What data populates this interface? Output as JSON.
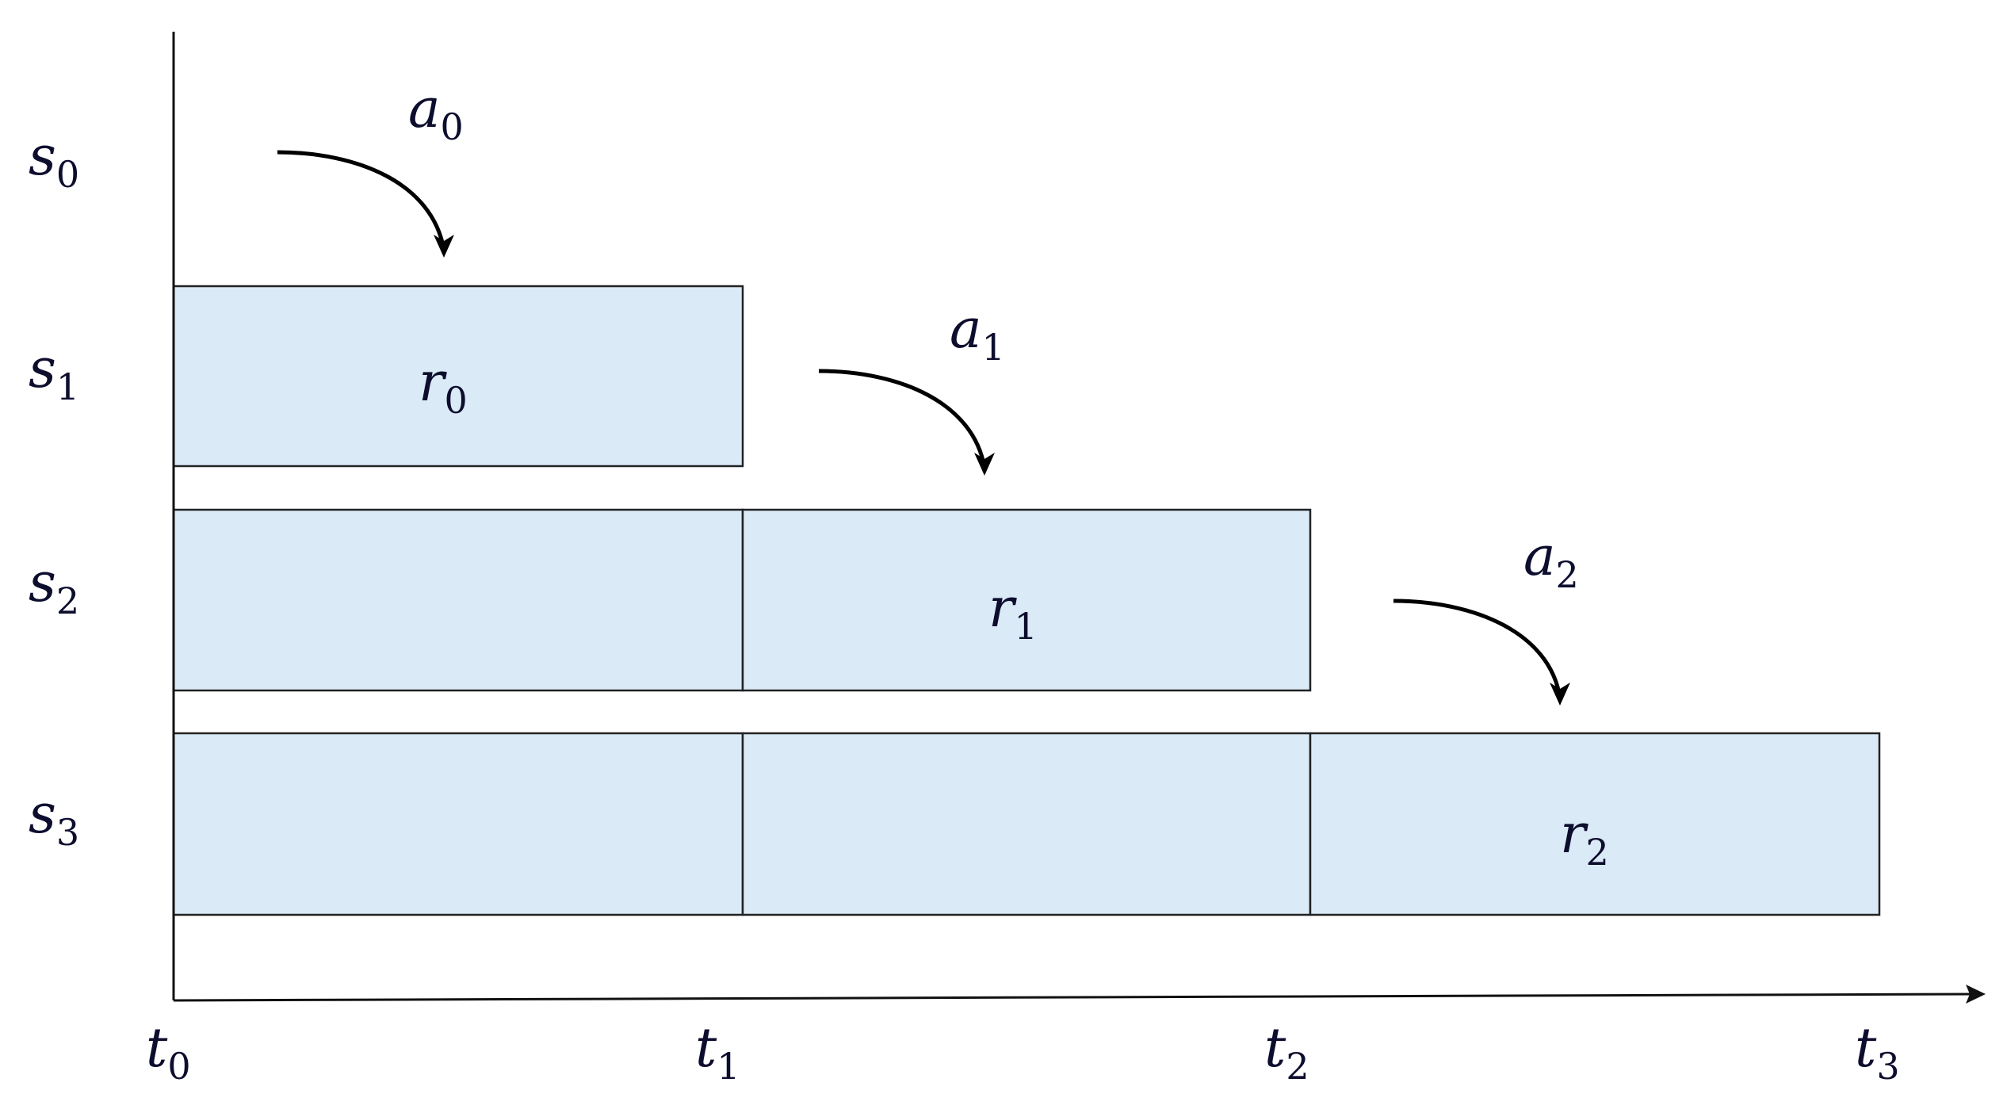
{
  "colors": {
    "cell_fill": "#daeaf7",
    "cell_stroke": "#222222",
    "axis": "#111111",
    "text": "#0d0d2e"
  },
  "states": [
    {
      "base": "s",
      "sub": "0"
    },
    {
      "base": "s",
      "sub": "1"
    },
    {
      "base": "s",
      "sub": "2"
    },
    {
      "base": "s",
      "sub": "3"
    }
  ],
  "times": [
    {
      "base": "t",
      "sub": "0"
    },
    {
      "base": "t",
      "sub": "1"
    },
    {
      "base": "t",
      "sub": "2"
    },
    {
      "base": "t",
      "sub": "3"
    }
  ],
  "actions": [
    {
      "base": "a",
      "sub": "0"
    },
    {
      "base": "a",
      "sub": "1"
    },
    {
      "base": "a",
      "sub": "2"
    }
  ],
  "rewards": [
    {
      "base": "r",
      "sub": "0"
    },
    {
      "base": "r",
      "sub": "1"
    },
    {
      "base": "r",
      "sub": "2"
    }
  ]
}
